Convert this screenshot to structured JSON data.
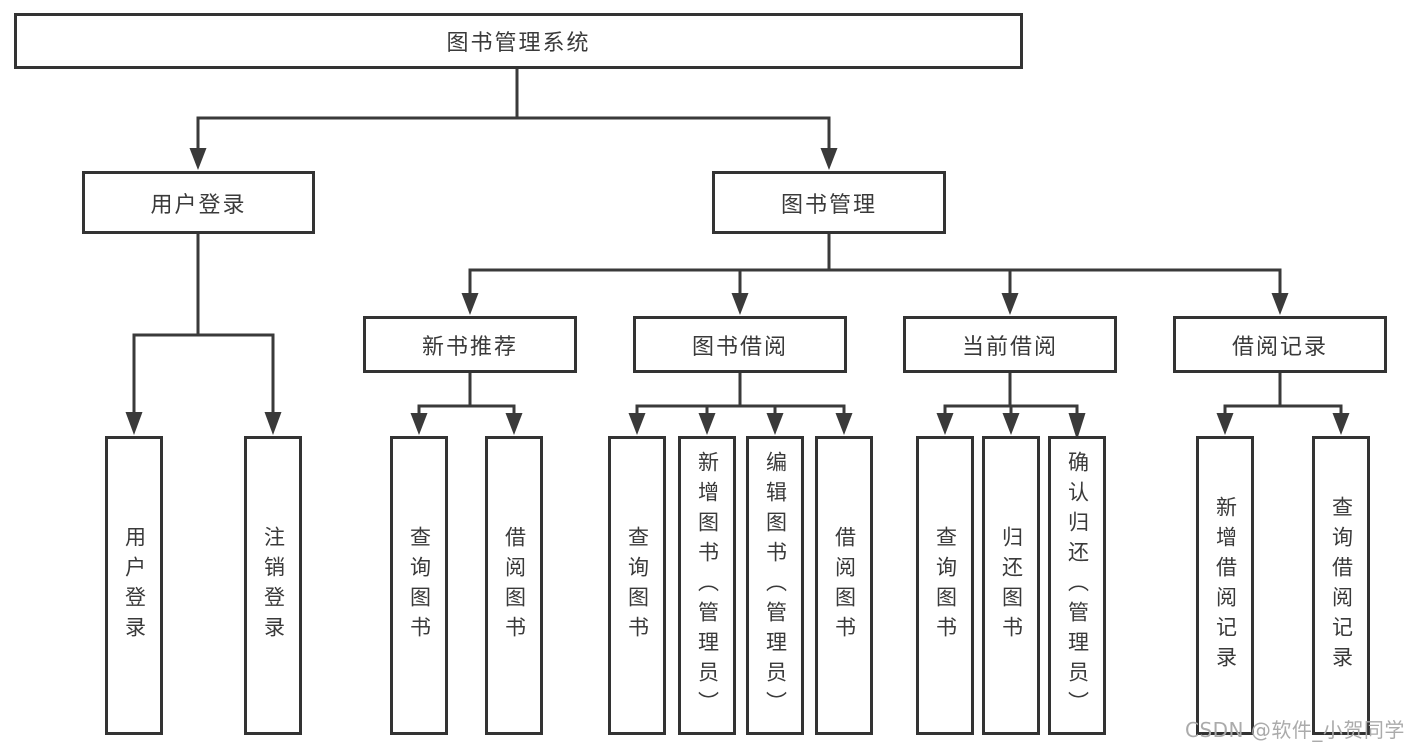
{
  "title": "图书管理系统",
  "watermark": "CSDN @软件_小贺同学",
  "colors": {
    "line": "#3a3a3a",
    "box_border": "#333333",
    "text": "#3a3a3a",
    "background": "#ffffff",
    "watermark": "#ababab"
  },
  "nodes": {
    "root": {
      "label": "图书管理系统"
    },
    "user_login": {
      "label": "用户登录"
    },
    "book_mgmt": {
      "label": "图书管理"
    },
    "new_book_rec": {
      "label": "新书推荐"
    },
    "book_borrow": {
      "label": "图书借阅"
    },
    "current_borrow": {
      "label": "当前借阅"
    },
    "borrow_records": {
      "label": "借阅记录"
    },
    "leaf_user_login": {
      "label": "用户登录"
    },
    "leaf_logout": {
      "label": "注销登录"
    },
    "leaf_query_book_1": {
      "label": "查询图书"
    },
    "leaf_borrow_book_1": {
      "label": "借阅图书"
    },
    "leaf_query_book_2": {
      "label": "查询图书"
    },
    "leaf_add_book": {
      "label": "新增图书（管理员）"
    },
    "leaf_edit_book": {
      "label": "编辑图书（管理员）"
    },
    "leaf_borrow_book_2": {
      "label": "借阅图书"
    },
    "leaf_query_book_3": {
      "label": "查询图书"
    },
    "leaf_return_book": {
      "label": "归还图书"
    },
    "leaf_confirm_return": {
      "label": "确认归还（管理员）"
    },
    "leaf_add_record": {
      "label": "新增借阅记录"
    },
    "leaf_query_record": {
      "label": "查询借阅记录"
    }
  }
}
